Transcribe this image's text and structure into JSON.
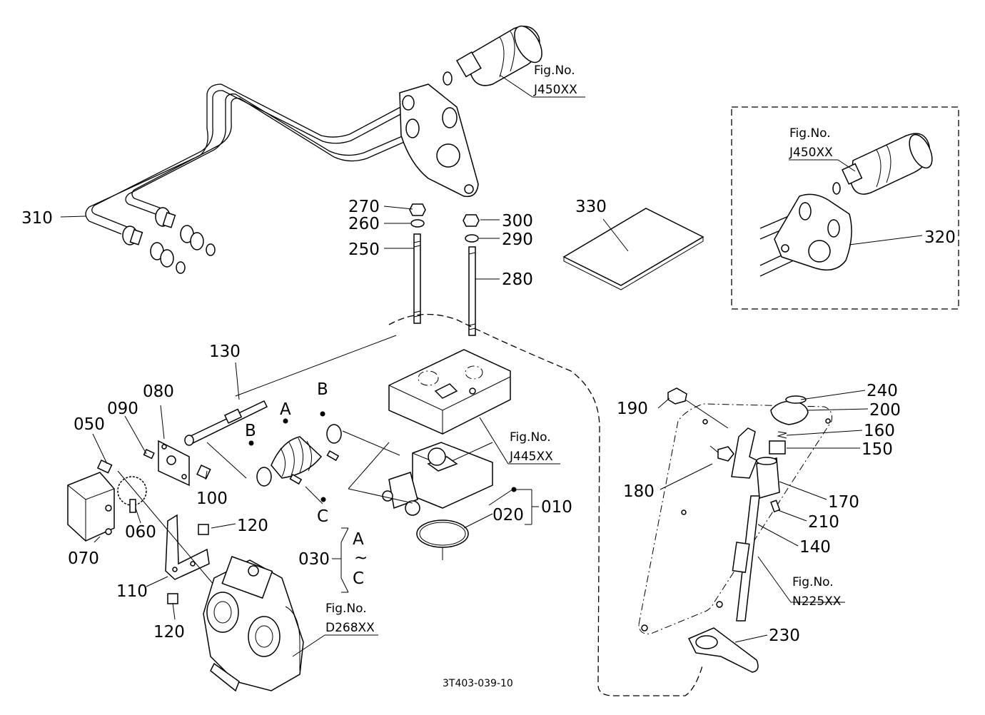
{
  "labels": {
    "p010": "010",
    "p020": "020",
    "p030": "030",
    "p050": "050",
    "p060": "060",
    "p070": "070",
    "p080": "080",
    "p090": "090",
    "p100": "100",
    "p110": "110",
    "p120a": "120",
    "p120b": "120",
    "p130": "130",
    "p140": "140",
    "p150": "150",
    "p160": "160",
    "p170": "170",
    "p180": "180",
    "p190": "190",
    "p200": "200",
    "p210": "210",
    "p230": "230",
    "p240": "240",
    "p250": "250",
    "p260": "260",
    "p270": "270",
    "p280": "280",
    "p290": "290",
    "p300": "300",
    "p310": "310",
    "p320": "320",
    "p330": "330"
  },
  "letters": {
    "a1": "A",
    "b1": "B",
    "b2": "B",
    "c1": "C",
    "range_start": "A",
    "range_tilde": "~",
    "range_end": "C"
  },
  "fig_refs": {
    "j450_top": {
      "title": "Fig.No.",
      "code": "J450XX"
    },
    "j450_inset": {
      "title": "Fig.No.",
      "code": "J450XX"
    },
    "j445": {
      "title": "Fig.No.",
      "code": "J445XX"
    },
    "d268": {
      "title": "Fig.No.",
      "code": "D268XX"
    },
    "n225": {
      "title": "Fig.No.",
      "code": "N225XX"
    }
  },
  "drawing_code": "3T403-039-10"
}
